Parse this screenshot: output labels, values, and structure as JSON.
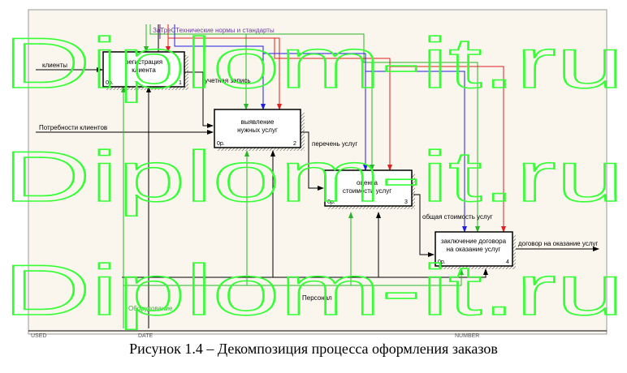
{
  "watermark": {
    "text": "Diplom-it.ru",
    "color": "#33ff33"
  },
  "diagram": {
    "colors": {
      "frame_bg": "#faf6ee",
      "box_fill": "#ffffff",
      "flow": "#000000",
      "green": "#2ab52a",
      "red": "#e02020",
      "blue": "#2020e0",
      "purple": "#7a2aa0",
      "label_green": "#2ab52a"
    },
    "boxes": [
      {
        "id": "A1",
        "name": "регистрация клиента",
        "lines": [
          "регистрация",
          "клиента"
        ],
        "cost": "0р.",
        "num": "1"
      },
      {
        "id": "A2",
        "name": "выявление нужных услуг",
        "lines": [
          "выявление",
          "нужных услуг"
        ],
        "cost": "0р.",
        "num": "2"
      },
      {
        "id": "A3",
        "name": "оценка стоимости услуг",
        "lines": [
          "оценка",
          "стоимости услуг"
        ],
        "cost": "0р.",
        "num": "3"
      },
      {
        "id": "A4",
        "name": "заключение договора на оказание услуг",
        "lines": [
          "заключение договора",
          "на оказание услуг"
        ],
        "cost": "0р.",
        "num": "4"
      }
    ],
    "labels": {
      "clients": "клиенты",
      "needs": "Потребности  клиентов",
      "record": "учетная запись",
      "services_list": "перечень услуг",
      "total_cost": "общая стоимость услуг",
      "contract": "договор на оказание услуг",
      "staff": "Персонал",
      "equipment": "Оборудование",
      "controls_overlap": "ЗаТреСТехнические нормы и стандарты"
    },
    "footer_fragments": [
      "USED",
      "DATE",
      "NUMBER"
    ]
  },
  "caption": "Рисунок 1.4 – Декомпозиция процесса оформления заказов"
}
